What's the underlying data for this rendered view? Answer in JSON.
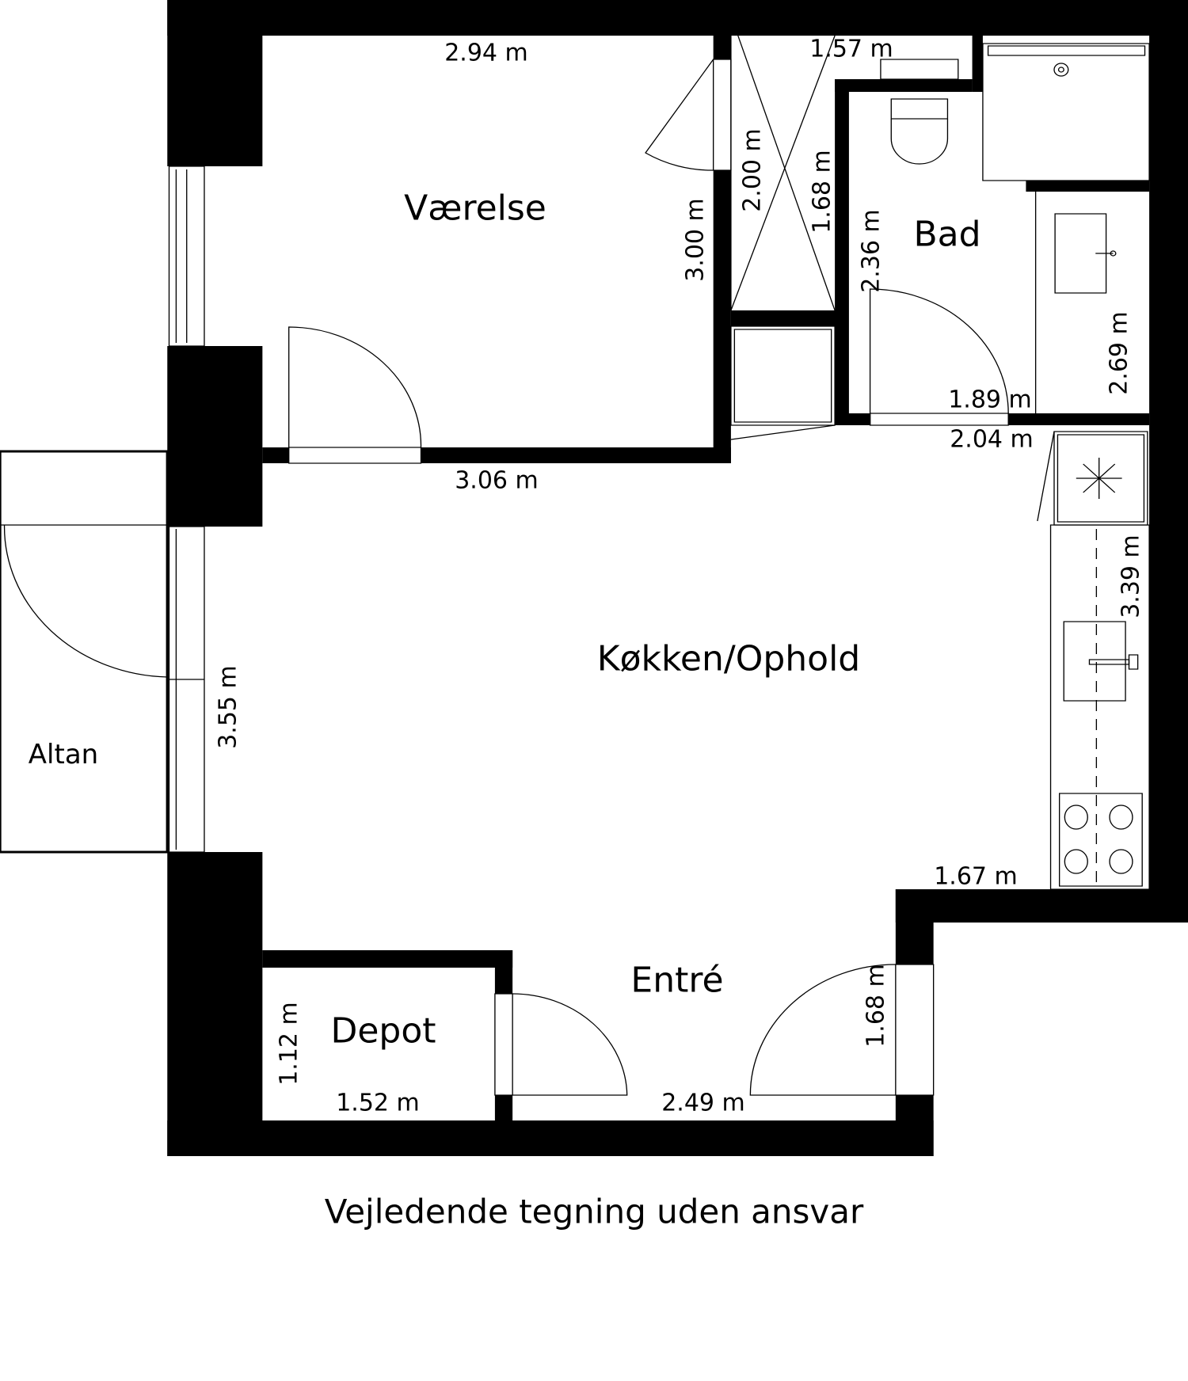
{
  "rooms": {
    "vaerelse": "Værelse",
    "bad": "Bad",
    "kokken": "Køkken/Ophold",
    "entre": "Entré",
    "depot": "Depot",
    "altan": "Altan"
  },
  "dimensions": {
    "vaerelse_width_top": "2.94 m",
    "vaerelse_height": "3.00 m",
    "vaerelse_width_bottom": "3.06 m",
    "closet_width": "1.57 m",
    "closet_height_a": "2.00 m",
    "closet_height_b": "1.68 m",
    "bad_height_left": "2.36 m",
    "bad_height_right": "2.69 m",
    "bad_width": "1.89 m",
    "kitchen_top": "2.04 m",
    "kitchen_height": "3.39 m",
    "living_height": "3.55 m",
    "kitchen_bottom": "1.67 m",
    "entre_height": "1.68 m",
    "entre_width": "2.49 m",
    "depot_height": "1.12 m",
    "depot_width": "1.52 m"
  },
  "footer": {
    "disclaimer": "Vejledende tegning uden ansvar"
  },
  "colors": {
    "wall": "#000000",
    "background": "#ffffff",
    "line": "#000000"
  }
}
